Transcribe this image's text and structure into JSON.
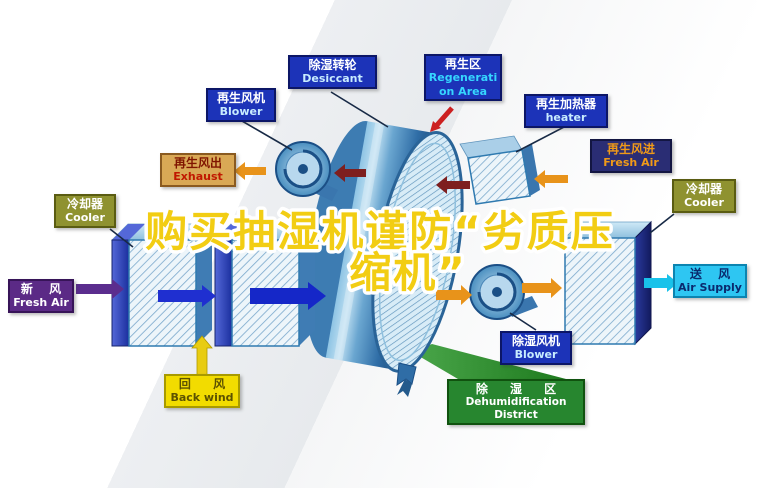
{
  "title": {
    "line1": "购买抽湿机谨防“劣质压",
    "line2": "缩机”"
  },
  "labels": {
    "desiccant": {
      "zh": "除湿转轮",
      "en": "Desiccant"
    },
    "regen_blower": {
      "zh": "再生风机",
      "en": "Blower"
    },
    "regen_area": {
      "zh": "再生区",
      "en": "Regeneration Area"
    },
    "regen_heater": {
      "zh": "再生加热器",
      "en": "heater"
    },
    "exhaust": {
      "zh": "再生风出",
      "en": "Exhaust"
    },
    "regen_fresh_air": {
      "zh": "再生风进",
      "en": "Fresh Air"
    },
    "cooler_left": {
      "zh": "冷却器",
      "en": "Cooler"
    },
    "cooler_right": {
      "zh": "冷却器",
      "en": "Cooler"
    },
    "fresh_air": {
      "zh": "新 风",
      "en": "Fresh Air"
    },
    "air_supply": {
      "zh": "送 风",
      "en": "Air Supply"
    },
    "back_wind": {
      "zh": "回 风",
      "en": "Back wind"
    },
    "dehumid_blower": {
      "zh": "除湿风机",
      "en": "Blower"
    },
    "dehumid_district": {
      "zh": "除 湿 区",
      "en": "Dehumidification District"
    }
  },
  "colors": {
    "title_fill": "#f2cd13",
    "title_outline": "#ffffff",
    "arrow_blue": "#1527c8",
    "arrow_purple": "#5b2d8e",
    "arrow_orange": "#e8931a",
    "arrow_yellow": "#e8cc12",
    "arrow_cyan": "#18c2ea",
    "arrow_maroon": "#7e1f1f",
    "arrow_red": "#cc2020",
    "wheel_blue": "#2f6da6",
    "green_zone": "#27862f"
  }
}
